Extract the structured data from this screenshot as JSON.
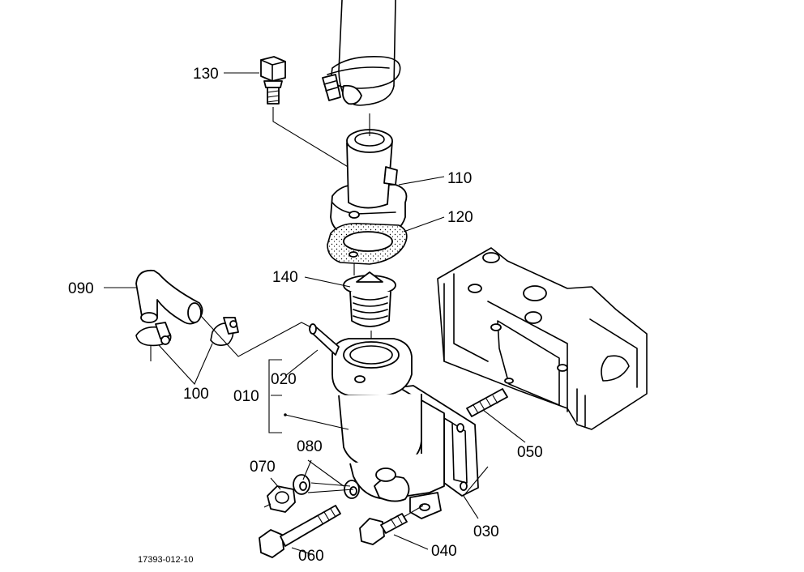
{
  "parts": [
    {
      "id": "p130",
      "label": "130"
    },
    {
      "id": "p110",
      "label": "110"
    },
    {
      "id": "p120",
      "label": "120"
    },
    {
      "id": "p140",
      "label": "140"
    },
    {
      "id": "p090",
      "label": "090"
    },
    {
      "id": "p020",
      "label": "020"
    },
    {
      "id": "p010",
      "label": "010"
    },
    {
      "id": "p100",
      "label": "100"
    },
    {
      "id": "p050",
      "label": "050"
    },
    {
      "id": "p080",
      "label": "080"
    },
    {
      "id": "p070",
      "label": "070"
    },
    {
      "id": "p030",
      "label": "030"
    },
    {
      "id": "p060",
      "label": "060"
    },
    {
      "id": "p040",
      "label": "040"
    }
  ],
  "reference_code": "17393-012-10"
}
